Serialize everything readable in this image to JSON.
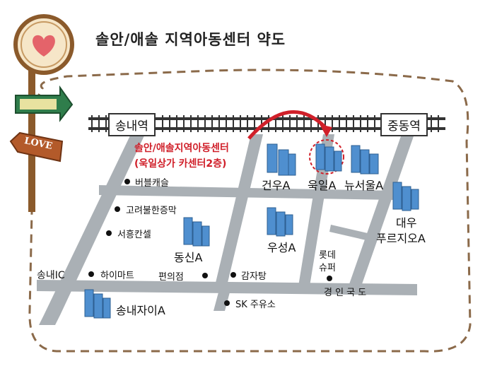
{
  "title": "솔안/애솔 지역아동센터 약도",
  "stations": {
    "left": "송내역",
    "right": "중동역"
  },
  "center": {
    "line1": "솔안/애솔지역아동센터",
    "line2": "(욱일상가 카센터2층)"
  },
  "sign_text": "LOVE",
  "apartments": {
    "geonwoo": "건우A",
    "ukil": "욱일A",
    "newseoul": "뉴서울A",
    "daewoo_l1": "대우",
    "daewoo_l2": "푸르지오A",
    "dongsin": "동신A",
    "wooseong": "우성A",
    "songnae_jai": "송내자이A"
  },
  "places": {
    "bubble": "버블캐슬",
    "goryeo": "고려불한증막",
    "seoheung": "서흥칸셀",
    "himart": "하이마트",
    "convenience": "편의점",
    "gamjatang": "감자탕",
    "lotte_l1": "롯데",
    "lotte_l2": "슈퍼",
    "sk": "SK 주유소"
  },
  "roads": {
    "ic": "송내IC",
    "gyeongin": "경 인 국 도"
  },
  "colors": {
    "road": "#aab0b5",
    "rail": "#333333",
    "accent_red": "#d0202a",
    "building": "#4f8fcf",
    "border": "#9a7a5a"
  }
}
